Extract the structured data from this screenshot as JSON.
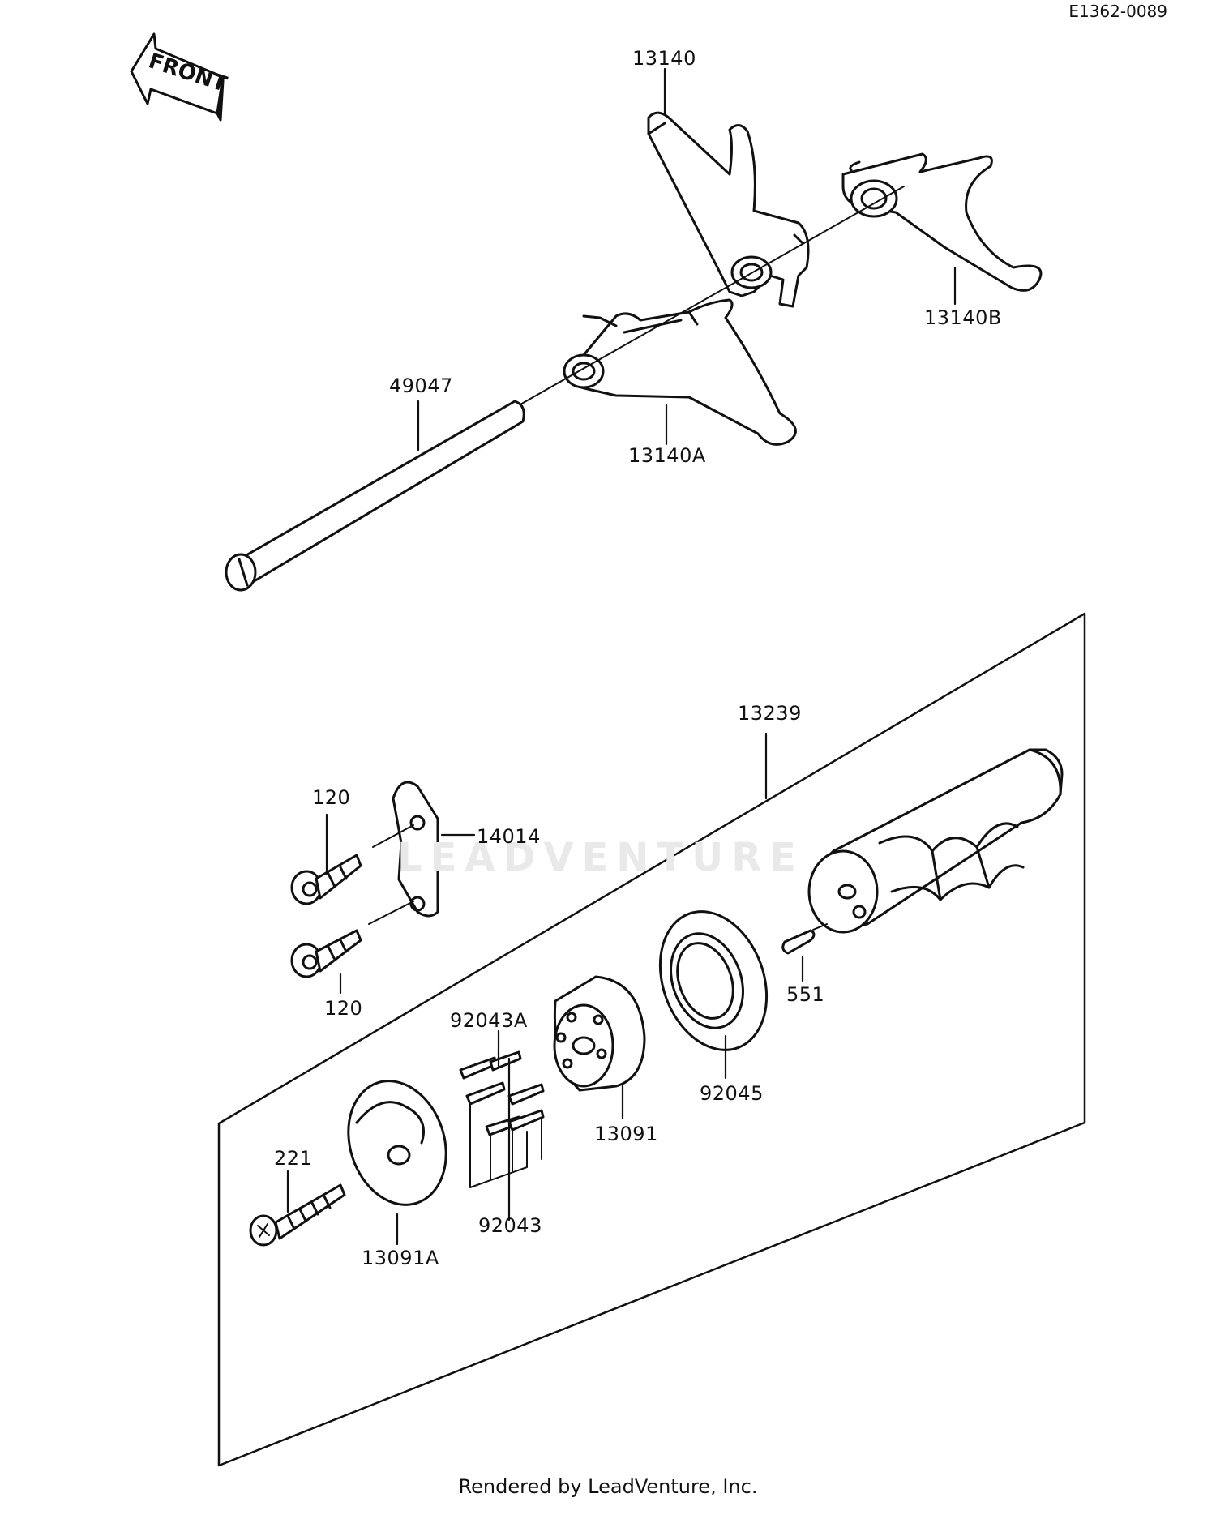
{
  "diagram_code": "E1362-0089",
  "front_arrow_label": "FRONT",
  "watermark_text": "LEADVENTURE",
  "parts": [
    {
      "id": "p-13140",
      "label": "13140"
    },
    {
      "id": "p-13140b",
      "label": "13140B"
    },
    {
      "id": "p-49047",
      "label": "49047"
    },
    {
      "id": "p-13140a",
      "label": "13140A"
    },
    {
      "id": "p-13239",
      "label": "13239"
    },
    {
      "id": "p-120a",
      "label": "120"
    },
    {
      "id": "p-14014",
      "label": "14014"
    },
    {
      "id": "p-120b",
      "label": "120"
    },
    {
      "id": "p-551",
      "label": "551"
    },
    {
      "id": "p-92043a",
      "label": "92043A"
    },
    {
      "id": "p-92045",
      "label": "92045"
    },
    {
      "id": "p-13091",
      "label": "13091"
    },
    {
      "id": "p-221",
      "label": "221"
    },
    {
      "id": "p-92043",
      "label": "92043"
    },
    {
      "id": "p-13091a",
      "label": "13091A"
    }
  ],
  "footer_text": "Rendered by LeadVenture, Inc.",
  "colors": {
    "line": "#111111",
    "watermark": "#e9e9e9",
    "background": "#ffffff"
  }
}
